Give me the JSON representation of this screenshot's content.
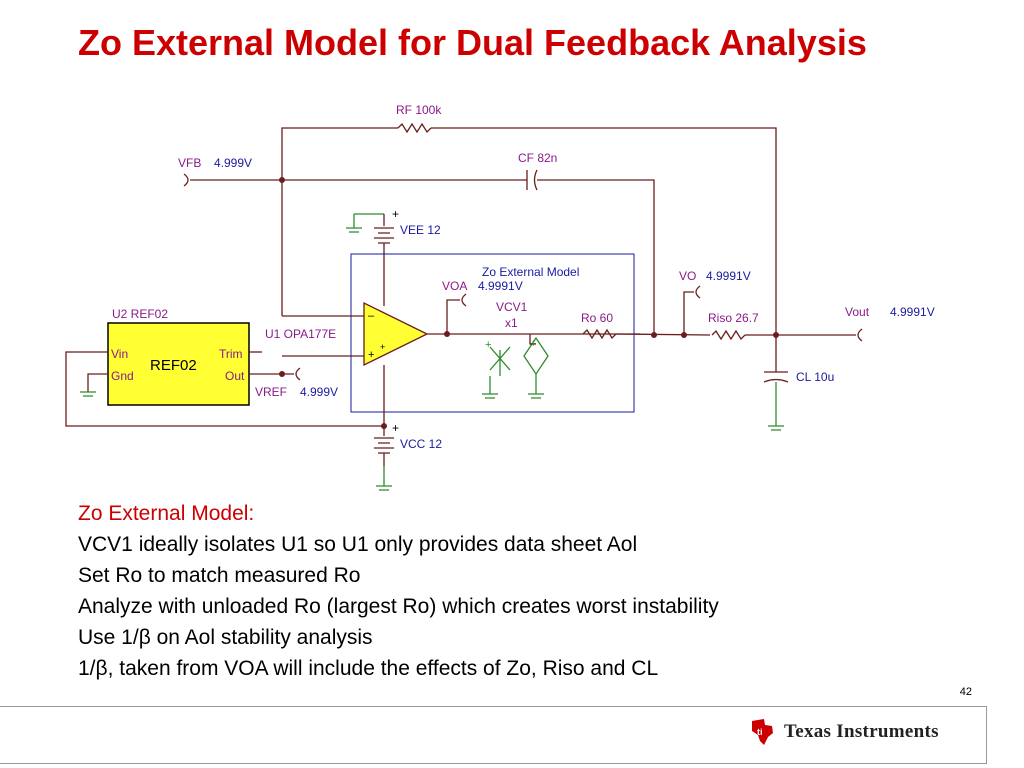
{
  "title": "Zo External Model for Dual Feedback Analysis",
  "schematic": {
    "rf_label": "RF 100k",
    "cf_label": "CF 82n",
    "vfb_label": "VFB",
    "vfb_value": "4.999V",
    "vee_label": "VEE 12",
    "vcc_label": "VCC 12",
    "zo_box_label": "Zo External Model",
    "voa_label": "VOA",
    "voa_value": "4.9991V",
    "vcv_label": "VCV1",
    "vcv_gain": "x1",
    "ro_label": "Ro 60",
    "vo_label": "VO",
    "vo_value": "4.9991V",
    "riso_label": "Riso 26.7",
    "vout_label": "Vout",
    "vout_value": "4.9991V",
    "cl_label": "CL 10u",
    "u2_label": "U2 REF02",
    "ref_name": "REF02",
    "ref_vin": "Vin",
    "ref_gnd": "Gnd",
    "ref_trim": "Trim",
    "ref_out": "Out",
    "u1_label": "U1 OPA177E",
    "vref_label": "VREF",
    "vref_value": "4.999V"
  },
  "notes": {
    "heading": "Zo External Model:",
    "lines": [
      "VCV1 ideally isolates U1 so U1 only provides data sheet Aol",
      "Set Ro to match measured Ro",
      "Analyze with unloaded Ro (largest Ro) which creates  worst instability",
      "Use 1/β on Aol stability analysis",
      "1/β, taken from VOA will include the effects of Zo, Riso and CL"
    ]
  },
  "page_number": "42",
  "logo_text": "Texas Instruments",
  "colors": {
    "title": "#cc0000",
    "wire": "#6b1d1d",
    "ground": "#2e8b2e",
    "label": "#8a1a8a",
    "value": "#1a1aa0",
    "ref_fill": "#ffff33"
  }
}
